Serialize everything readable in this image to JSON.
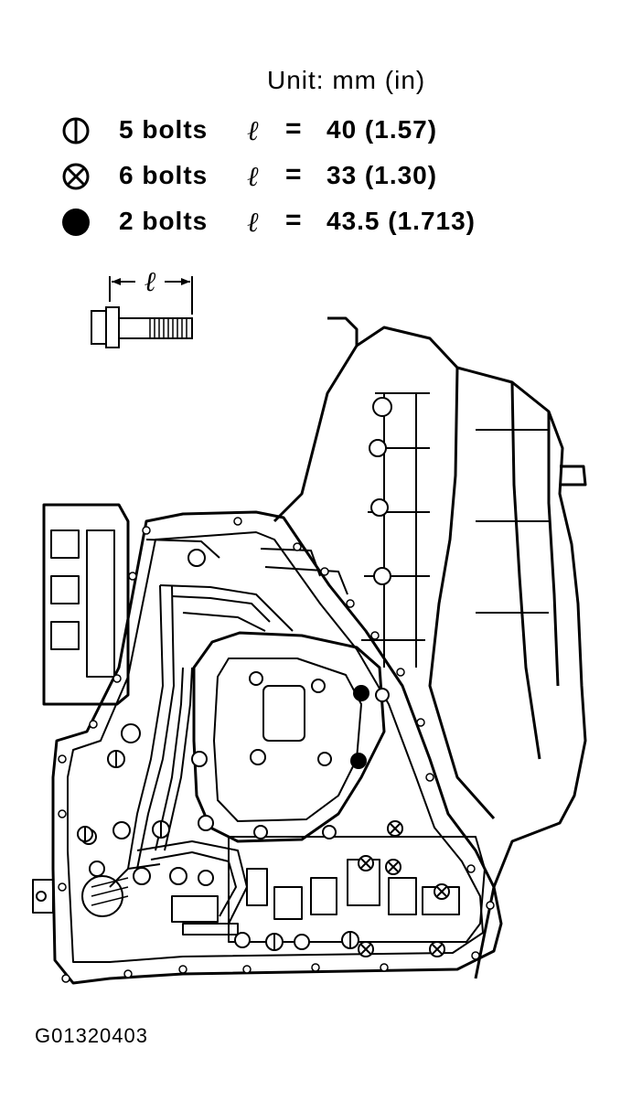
{
  "unit_label": "Unit: mm (in)",
  "legend": [
    {
      "symbol": "circle-with-vertical-bar-icon",
      "count": "5 bolts",
      "length_symbol": "ℓ",
      "equals": "=",
      "value": "40 (1.57)"
    },
    {
      "symbol": "circle-with-x-icon",
      "count": "6 bolts",
      "length_symbol": "ℓ",
      "equals": "=",
      "value": "33 (1.30)"
    },
    {
      "symbol": "filled-circle-icon",
      "count": "2 bolts",
      "length_symbol": "ℓ",
      "equals": "=",
      "value": "43.5 (1.713)"
    }
  ],
  "bolt_dimension_symbol": "ℓ",
  "figure_code": "G01320403"
}
